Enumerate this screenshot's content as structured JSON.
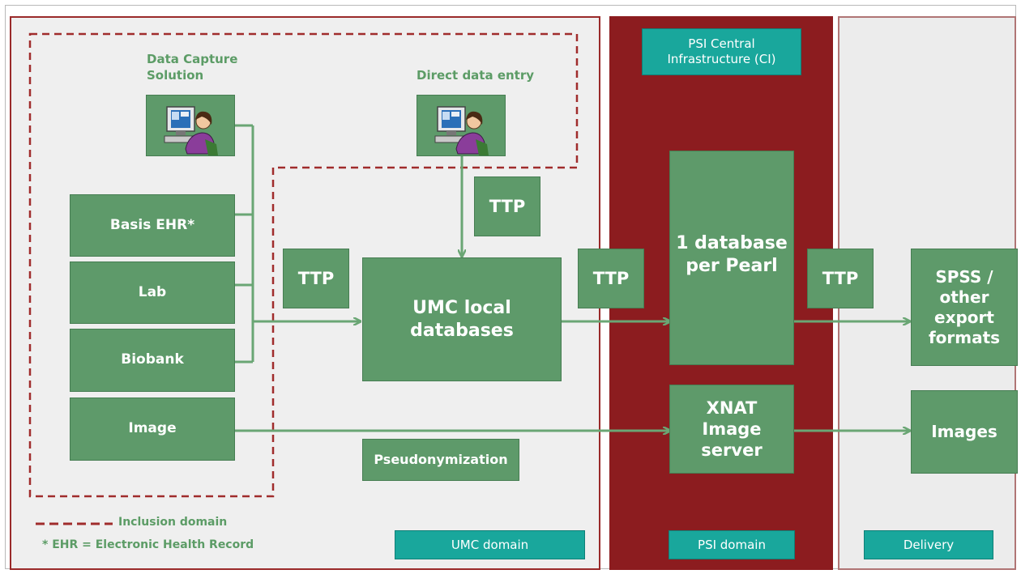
{
  "labels": {
    "data_capture": "Data Capture\nSolution",
    "direct_entry": "Direct data entry",
    "basis_ehr": "Basis EHR*",
    "lab": "Lab",
    "biobank": "Biobank",
    "image": "Image",
    "ttp": "TTP",
    "umc_local": "UMC local\ndatabases",
    "pseudonymization": "Pseudonymization",
    "psi_ci": "PSI Central\nInfrastructure (CI)",
    "db_per_pearl": "1 database\nper Pearl",
    "xnat": "XNAT\nImage\nserver",
    "spss": "SPSS /\nother\nexport\nformats",
    "images": "Images",
    "umc_domain": "UMC domain",
    "psi_domain": "PSI domain",
    "delivery": "Delivery"
  },
  "legend": {
    "inclusion": "Inclusion domain",
    "ehr_note": "* EHR = Electronic Health Record"
  },
  "icons": {
    "capture": "computer-user-icon",
    "direct": "computer-user-icon"
  },
  "colors": {
    "box_green": "#5e9a6a",
    "teal": "#19a79c",
    "psi_red": "#8c1c1f",
    "dashed_red": "#a02c2c",
    "line_green": "#6aa674"
  }
}
